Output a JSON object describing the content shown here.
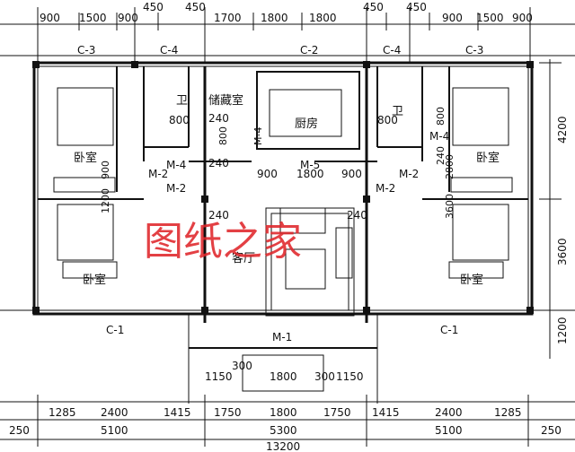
{
  "top_dims": [
    "900",
    "1500",
    "900",
    "450",
    "450",
    "1700",
    "1800",
    "1800",
    "450",
    "450",
    "900",
    "1500",
    "900"
  ],
  "top_inner": [
    "C-3",
    "C-4",
    "C-2",
    "C-4",
    "C-3"
  ],
  "rooms": {
    "bath_left": "卫",
    "bath_right": "卫",
    "storage": "储藏室",
    "kitchen": "厨房",
    "bedroom_tl": "卧室",
    "bedroom_tr": "卧室",
    "bedroom_bl": "卧室",
    "bedroom_br": "卧室",
    "living": "客厅"
  },
  "doors": {
    "m1": "M-1",
    "m2a": "M-2",
    "m2b": "M-2",
    "m2c": "M-2",
    "m2d": "M-2",
    "m4a": "M-4",
    "m4b": "M-4",
    "m4c": "M-4",
    "m5": "M-5",
    "c1a": "C-1",
    "c1b": "C-1"
  },
  "inner_dims": {
    "d800a": "800",
    "d240a": "240",
    "d800b": "800",
    "d240b": "240",
    "d800c": "800",
    "d900a": "900",
    "d1800": "1800",
    "d900b": "900",
    "d240c": "240",
    "d240d": "240",
    "d900v": "900",
    "d1200": "1200",
    "d2800": "2800",
    "d3600": "3600",
    "d800d": "800",
    "d240e": "240"
  },
  "right_dims": [
    "4200",
    "3600",
    "1200"
  ],
  "entry_dims": [
    "1150",
    "300",
    "1800",
    "300",
    "1150"
  ],
  "bottom_dims1": [
    "1285",
    "2400",
    "1415",
    "1750",
    "1800",
    "1750",
    "1415",
    "2400",
    "1285"
  ],
  "bottom_dims2": [
    "250",
    "5100",
    "5300",
    "5100",
    "250"
  ],
  "bottom_total": "13200",
  "watermark": "图纸之家"
}
